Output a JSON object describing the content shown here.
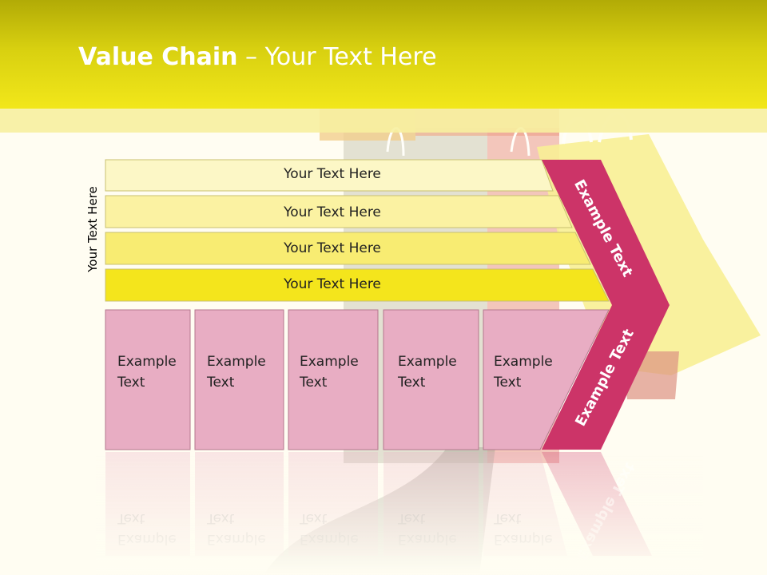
{
  "slide": {
    "title_bold": "Value Chain",
    "title_rest": " – Your Text Here",
    "side_label": "Your Text Here"
  },
  "support_rows": [
    {
      "label": "Your Text Here"
    },
    {
      "label": "Your Text Here"
    },
    {
      "label": "Your Text Here"
    },
    {
      "label": "Your Text Here"
    }
  ],
  "primary_boxes": [
    {
      "line1": "Example",
      "line2": "Text"
    },
    {
      "line1": "Example",
      "line2": "Text"
    },
    {
      "line1": "Example",
      "line2": "Text"
    },
    {
      "line1": "Example",
      "line2": "Text"
    },
    {
      "line1": "Example",
      "line2": "Text"
    }
  ],
  "chevron": {
    "upper_label": "Example Text",
    "lower_label": "Example Text"
  },
  "colors": {
    "header": "#e8df12",
    "row_fills": [
      "#fcf7c6",
      "#fbf2a2",
      "#f8ec72",
      "#f4e51c"
    ],
    "box_fill": "#e8adc3",
    "chevron": "#cc3468"
  }
}
